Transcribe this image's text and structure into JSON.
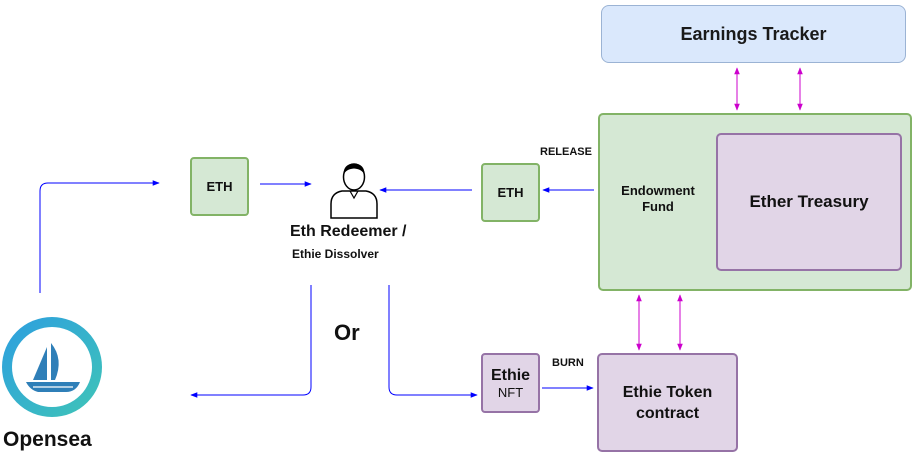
{
  "nodes": {
    "earnings_tracker": "Earnings Tracker",
    "eth_left": "ETH",
    "eth_right": "ETH",
    "release": "RELEASE",
    "endowment_fund": "Endowment Fund",
    "ether_treasury": "Ether Treasury",
    "eth_redeemer": "Eth Redeemer  /",
    "ethie_dissolver": "Ethie Dissolver",
    "or": "Or",
    "ethie": "Ethie",
    "nft": "NFT",
    "burn": "BURN",
    "ethie_token_contract": "Ethie Token contract",
    "opensea": "Opensea"
  },
  "edges": [
    {
      "from": "opensea",
      "to": "eth_left",
      "color": "#0000ff"
    },
    {
      "from": "eth_left",
      "to": "eth_redeemer",
      "color": "#0000ff"
    },
    {
      "from": "endowment_fund",
      "to": "eth_right",
      "label": "RELEASE",
      "color": "#0000ff"
    },
    {
      "from": "eth_right",
      "to": "eth_redeemer",
      "color": "#0000ff"
    },
    {
      "from": "eth_redeemer",
      "to": "opensea",
      "color": "#0000ff"
    },
    {
      "from": "eth_redeemer",
      "to": "ethie",
      "color": "#0000ff"
    },
    {
      "from": "ethie",
      "to": "ethie_token_contract",
      "label": "BURN",
      "color": "#0000ff"
    },
    {
      "from": "earnings_tracker",
      "to": "endowment_fund",
      "bidirectional": true,
      "count": 2,
      "color": "#cc00cc"
    },
    {
      "from": "endowment_fund",
      "to": "ethie_token_contract",
      "bidirectional": true,
      "count": 2,
      "color": "#cc00cc"
    }
  ],
  "colors": {
    "flow": "#0000ff",
    "sync": "#cc00cc",
    "green_fill": "#d5e8d4",
    "purple_fill": "#e1d5e7",
    "blue_fill": "#dae8fc"
  },
  "icons": [
    "user-icon",
    "opensea-logo-icon"
  ]
}
